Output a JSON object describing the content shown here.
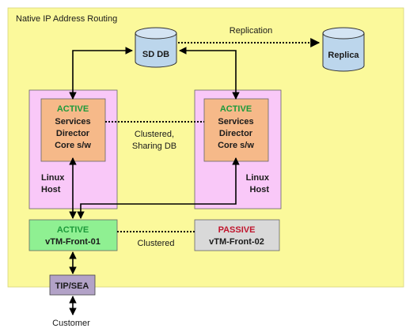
{
  "title": "Native IP Address Routing",
  "db": {
    "primary_label": "SD DB",
    "replica_label": "Replica",
    "replication_label": "Replication"
  },
  "host_left": {
    "status": "ACTIVE",
    "line1": "Services",
    "line2": "Director",
    "line3": "Core s/w",
    "host_line1": "Linux",
    "host_line2": "Host"
  },
  "host_right": {
    "status": "ACTIVE",
    "line1": "Services",
    "line2": "Director",
    "line3": "Core s/w",
    "host_line1": "Linux",
    "host_line2": "Host"
  },
  "cluster_link": {
    "line1": "Clustered,",
    "line2": "Sharing DB"
  },
  "vtm_active": {
    "status": "ACTIVE",
    "name": "vTM-Front-01"
  },
  "vtm_passive": {
    "status": "PASSIVE",
    "name": "vTM-Front-02"
  },
  "vtm_link_label": "Clustered",
  "tip_label": "TIP/SEA",
  "customer_label": "Customer",
  "colors": {
    "zone": "#fbf99b",
    "host": "#f9c8f8",
    "core": "#f6b989",
    "vtm_active": "#8ff092",
    "vtm_passive": "#d9d9d9",
    "db": "#bcd6ec",
    "tip": "#b2a2c7",
    "active_text": "#1d9a3b",
    "passive_text": "#c0152d"
  }
}
